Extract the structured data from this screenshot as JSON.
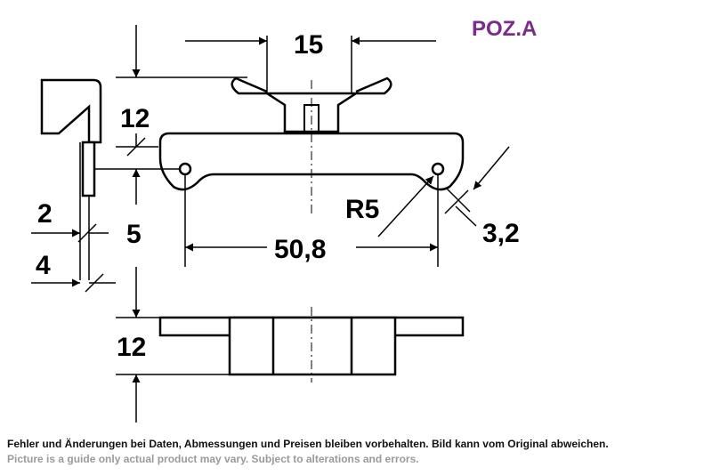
{
  "title": "POZ.A",
  "colors": {
    "title": "#7b2b8c",
    "line": "#000000",
    "disclaimer_en": "#9a9a9a"
  },
  "dimensions": {
    "width_top": "15",
    "height_upper": "12",
    "gap_2": "2",
    "height_5": "5",
    "gap_4": "4",
    "radius": "R5",
    "thickness": "3,2",
    "hole_distance": "50,8",
    "height_lower": "12"
  },
  "disclaimer": {
    "de": "Fehler und Änderungen bei Daten, Abmessungen und Preisen bleiben vorbehalten. Bild kann vom Original abweichen.",
    "en": "Picture is a guide only actual product may vary. Subject to alterations and errors."
  }
}
